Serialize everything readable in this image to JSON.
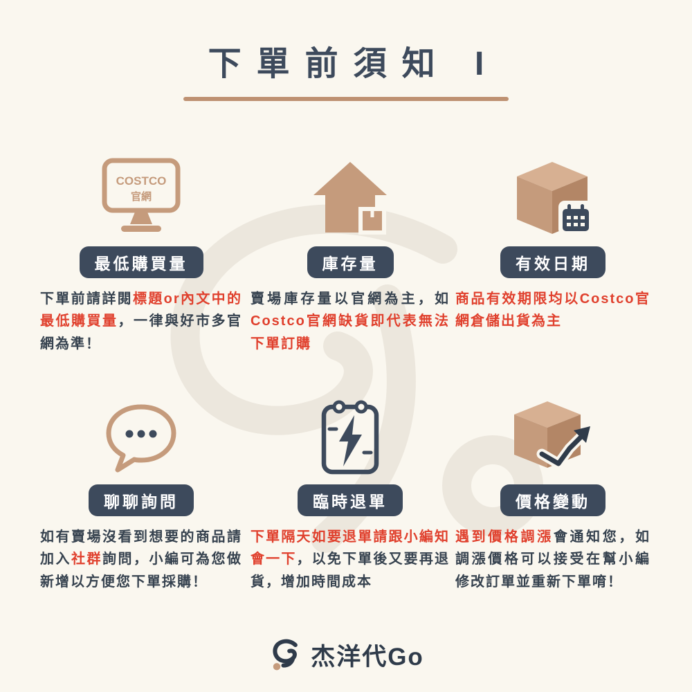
{
  "title": "下單前須知 I",
  "colors": {
    "background": "#FAF7EF",
    "navy": "#3D4A5C",
    "tan": "#C59B7C",
    "red": "#E0402D",
    "underline": "#BE9172"
  },
  "sections": [
    {
      "id": "min-purchase",
      "label": "最低購買量",
      "icon": "costco-monitor-icon",
      "icon_text": {
        "line1": "COSTCO",
        "line2": "官網"
      },
      "runs": [
        {
          "text": "下單前請詳閱",
          "color": "dark"
        },
        {
          "text": "標題or內文中的最低購買量",
          "color": "red"
        },
        {
          "text": "，一律與好市多官網為準！",
          "color": "dark"
        }
      ]
    },
    {
      "id": "stock",
      "label": "庫存量",
      "icon": "house-stock-icon",
      "runs": [
        {
          "text": "賣場庫存量以官網為主，如",
          "color": "dark"
        },
        {
          "text": "Costco官網缺貨即代表無法下單訂購",
          "color": "red"
        }
      ]
    },
    {
      "id": "expiry",
      "label": "有效日期",
      "icon": "box-calendar-icon",
      "runs": [
        {
          "text": "商品有效期限均以Costco官網倉儲出貨為主",
          "color": "red"
        }
      ]
    },
    {
      "id": "chat",
      "label": "聊聊詢問",
      "icon": "chat-bubble-icon",
      "runs": [
        {
          "text": "如有賣場沒看到想要的商品請加入",
          "color": "dark"
        },
        {
          "text": "社群",
          "color": "red"
        },
        {
          "text": "詢問，小編可為您做新增以方便您下單採購！",
          "color": "dark"
        }
      ]
    },
    {
      "id": "cancel",
      "label": "臨時退單",
      "icon": "clipboard-lightning-icon",
      "runs": [
        {
          "text": "下單隔天如要退單請跟小編知會一下",
          "color": "red"
        },
        {
          "text": "，以免下單後又要再退貨，增加時間成本",
          "color": "dark"
        }
      ]
    },
    {
      "id": "price",
      "label": "價格變動",
      "icon": "box-trend-icon",
      "runs": [
        {
          "text": "遇到價格調漲",
          "color": "red"
        },
        {
          "text": "會通知您，如調漲價格可以接受在幫小編修改訂單並重新下單唷！",
          "color": "dark"
        }
      ]
    }
  ],
  "footer": {
    "brand": "杰洋代Go"
  }
}
